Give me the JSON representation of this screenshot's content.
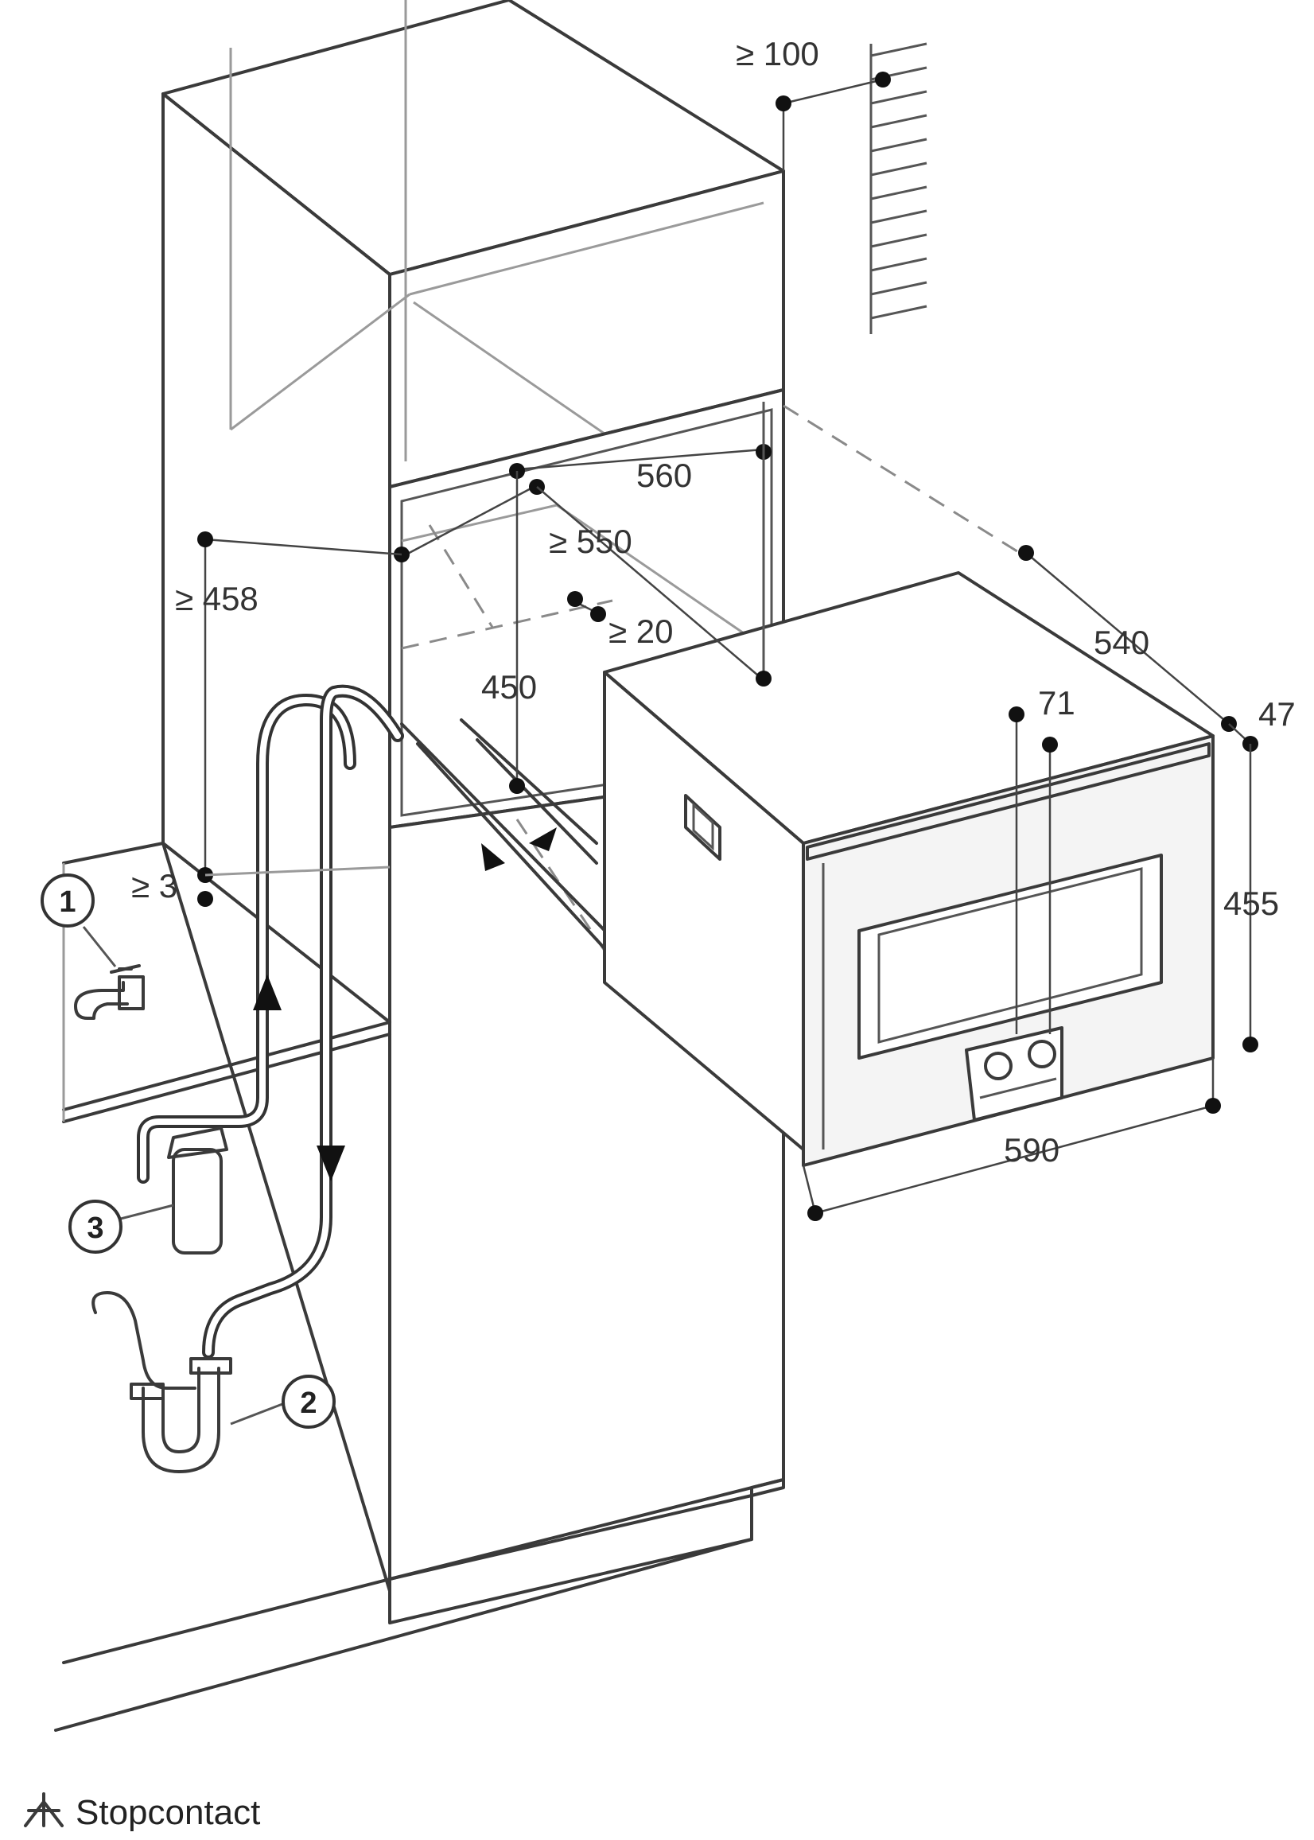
{
  "dimensions": {
    "top_clearance": "≥ 100",
    "niche_width": "560",
    "niche_depth": "≥ 550",
    "niche_height": "≥ 458",
    "rear_gap": "≥ 20",
    "niche_inner_height": "450",
    "appliance_depth": "540",
    "front_thickness": "47",
    "control_offset": "71",
    "appliance_height": "455",
    "appliance_width": "590",
    "floor_gap": "≥ 3"
  },
  "callouts": [
    "1",
    "2",
    "3"
  ],
  "legend": {
    "symbol": "socket-symbol",
    "label": "Stopcontact"
  }
}
